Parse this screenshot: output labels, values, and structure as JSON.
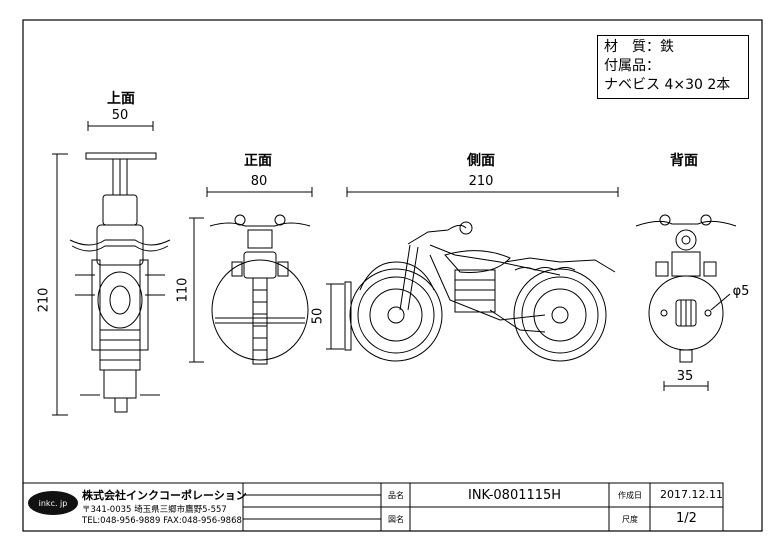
{
  "materials": {
    "line1": "材　質：鉄",
    "line2": "付属品：",
    "line3": "ナベビス 4×30 2本"
  },
  "views": {
    "top": {
      "title": "上面",
      "width_dim": "50",
      "height_dim": "210"
    },
    "front": {
      "title": "正面",
      "width_dim": "80",
      "height_dim": "110"
    },
    "side": {
      "title": "側面",
      "width_dim": "210",
      "height_dim": "50"
    },
    "back": {
      "title": "背面",
      "width_dim": "35",
      "hole_dim": "φ5"
    }
  },
  "title_block": {
    "logo": "inkc. jp",
    "company": "株式会社インクコーポレーション",
    "address": "〒341-0035 埼玉県三郷市鷹野5-557",
    "contact": "TEL:048-956-9889  FAX:048-956-9868",
    "name_label": "品名",
    "name_value": "INK-0801115H",
    "drawing_label": "図名",
    "drawing_value": "",
    "date_label": "作成日",
    "date_value": "2017.12.11",
    "scale_label": "尺度",
    "scale_value": "1/2"
  }
}
